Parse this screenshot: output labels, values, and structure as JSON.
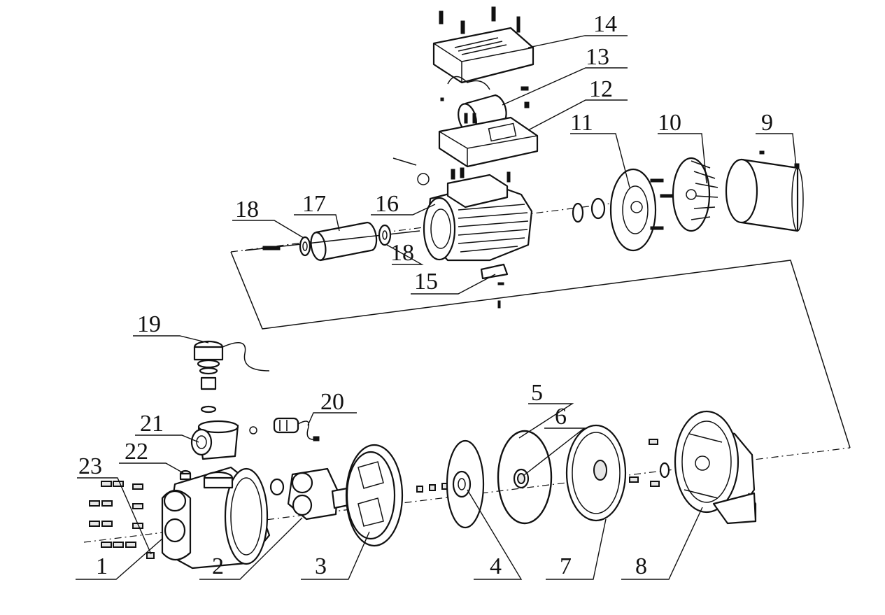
{
  "callouts": [
    {
      "id": "1",
      "label": "1"
    },
    {
      "id": "2",
      "label": "2"
    },
    {
      "id": "3",
      "label": "3"
    },
    {
      "id": "4",
      "label": "4"
    },
    {
      "id": "5",
      "label": "5"
    },
    {
      "id": "6",
      "label": "6"
    },
    {
      "id": "7",
      "label": "7"
    },
    {
      "id": "8",
      "label": "8"
    },
    {
      "id": "9",
      "label": "9"
    },
    {
      "id": "10",
      "label": "10"
    },
    {
      "id": "11",
      "label": "11"
    },
    {
      "id": "12",
      "label": "12"
    },
    {
      "id": "13",
      "label": "13"
    },
    {
      "id": "14",
      "label": "14"
    },
    {
      "id": "15",
      "label": "15"
    },
    {
      "id": "16",
      "label": "16"
    },
    {
      "id": "17",
      "label": "17"
    },
    {
      "id": "18a",
      "label": "18"
    },
    {
      "id": "18b",
      "label": "18"
    },
    {
      "id": "19",
      "label": "19"
    },
    {
      "id": "20",
      "label": "20"
    },
    {
      "id": "21",
      "label": "21"
    },
    {
      "id": "22",
      "label": "22"
    },
    {
      "id": "23",
      "label": "23"
    }
  ],
  "colors": {
    "line": "#111111",
    "background": "#ffffff",
    "shade": "#e6e6e6"
  }
}
